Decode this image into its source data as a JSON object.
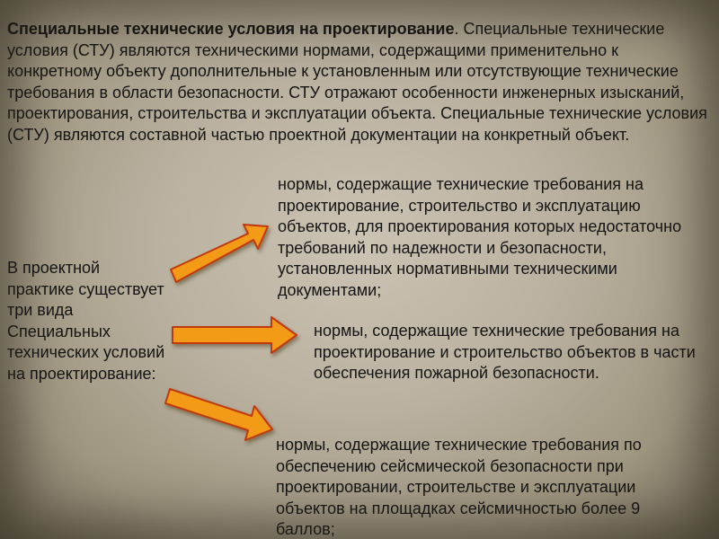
{
  "intro": {
    "heading": "Специальные технические условия на проектирование",
    "body": ". Специальные технические условия (СТУ) являются техническими нормами, содержащими применительно к конкретному объекту дополнительные к установленным или отсутствующие технические требования в области безопасности. СТУ отражают особенности инженерных изысканий, проектирования, строительства и эксплуатации объекта. Специальные технические условия (СТУ) являются составной частью проектной документации на конкретный объект."
  },
  "lead": "В проектной практике существует три вида Специальных технических условий на проектирование:",
  "items": [
    "нормы, содержащие технические требования на проектирование, строительство и эксплуатацию объектов, для проектирования которых недостаточно требований по надежности и безопасности, установленных нормативными техническими документами;",
    "нормы, содержащие технические требования на проектирование и строительство объектов в части обеспечения пожарной безопасности.",
    "нормы, содержащие технические требования по обеспечению сейсмической безопасности при проектировании, строительстве и эксплуатации объектов на площадках сейсмичностью более 9 баллов;"
  ],
  "colors": {
    "arrow_fill": "#f39a16",
    "arrow_stroke": "#c0390c",
    "text": "#141414"
  }
}
